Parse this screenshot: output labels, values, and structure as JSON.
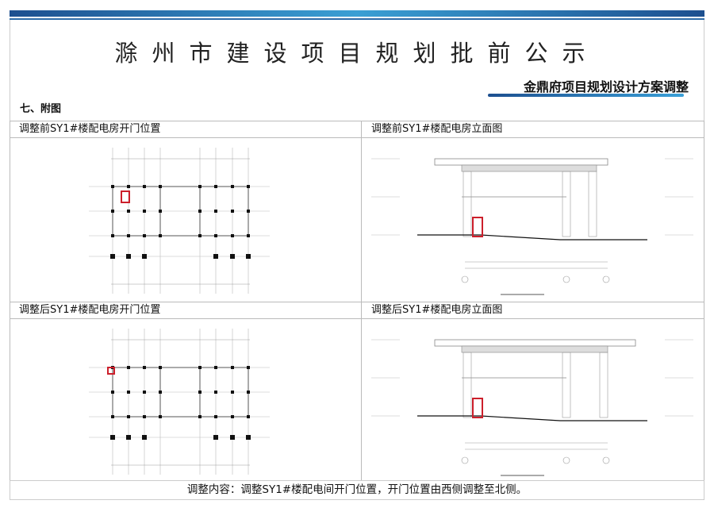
{
  "header": {
    "title": "滁州市建设项目规划批前公示",
    "subtitle": "金鼎府项目规划设计方案调整",
    "section": "七、附图",
    "accent": "#1d4f8f"
  },
  "panels": [
    {
      "label": "调整前SY1#楼配电房开门位置"
    },
    {
      "label": "调整前SY1#楼配电房立面图"
    },
    {
      "label": "调整后SY1#楼配电房开门位置"
    },
    {
      "label": "调整后SY1#楼配电房立面图"
    }
  ],
  "highlight_color": "#cc1f2b",
  "footer": "调整内容：调整SY1#楼配电间开门位置，开门位置由西侧调整至北侧。"
}
